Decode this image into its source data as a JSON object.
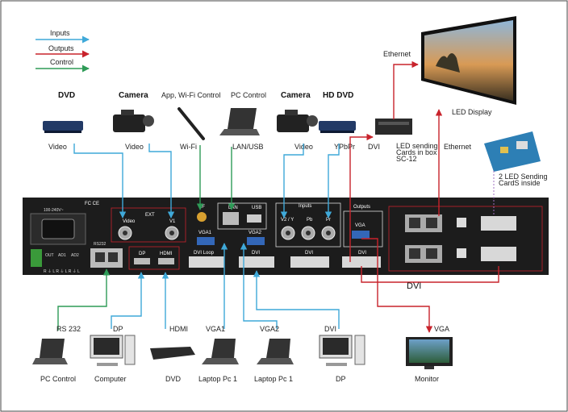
{
  "legend": {
    "inputs": "Inputs",
    "outputs": "Outputs",
    "control": "Control"
  },
  "colors": {
    "inputs": "#3fa9d9",
    "outputs": "#c8232c",
    "control": "#2e9b57",
    "panel": "#1c1c1c"
  },
  "top_devices": {
    "dvd": {
      "name": "DVD",
      "port": "Video"
    },
    "camera1": {
      "name": "Camera",
      "port": "Video"
    },
    "wifi": {
      "name": "App, Wi-Fi Control",
      "port": "Wi-Fi"
    },
    "pc": {
      "name": "PC Control",
      "port": "LAN/USB"
    },
    "camera2": {
      "name": "Camera",
      "port": "Video"
    },
    "hddvd": {
      "name": "HD DVD",
      "port": "YPbPr"
    },
    "sending_box": {
      "port": "DVI",
      "caption": [
        "LED sending",
        "Cards in box",
        "SC-12"
      ]
    }
  },
  "display": {
    "ethernet_top": "Ethernet",
    "name": "LED Display",
    "ethernet_side": "Ethernet"
  },
  "sending_card": {
    "caption": [
      "2 LED Sending",
      "CardS inside"
    ]
  },
  "panel": {
    "power": "100-240V~",
    "cert": "FC CE",
    "video": "Video",
    "ext": "EXT",
    "v1": "V1",
    "rf": "RF",
    "lan": "LAN",
    "usb": "USB",
    "inputs": "Inputs",
    "v2y": "V2 / Y",
    "pb": "Pb",
    "pr": "Pr",
    "outputs": "Outputs",
    "vga_out": "VGA",
    "vga1": "VGA1",
    "vga2": "VGA2",
    "dp": "DP",
    "hdmi": "HDMI",
    "dvi_loop": "DVI Loop",
    "dvi": "DVI",
    "rs232": "RS232",
    "audio": [
      "OUT",
      "AD1",
      "AD2"
    ],
    "audio_sub": "R ⏚ L R ⏚ L R ⏚ L"
  },
  "dvi_big": "DVI",
  "bottom_devices": [
    {
      "port": "RS 232",
      "name": "PC Control"
    },
    {
      "port": "DP",
      "name": "Computer"
    },
    {
      "port": "HDMI",
      "name": "DVD"
    },
    {
      "port": "VGA1",
      "name": "Laptop Pc 1"
    },
    {
      "port": "VGA2",
      "name": "Laptop Pc 1"
    },
    {
      "port": "DVI",
      "name": "DP"
    },
    {
      "port": "VGA",
      "name": "Monitor"
    }
  ]
}
